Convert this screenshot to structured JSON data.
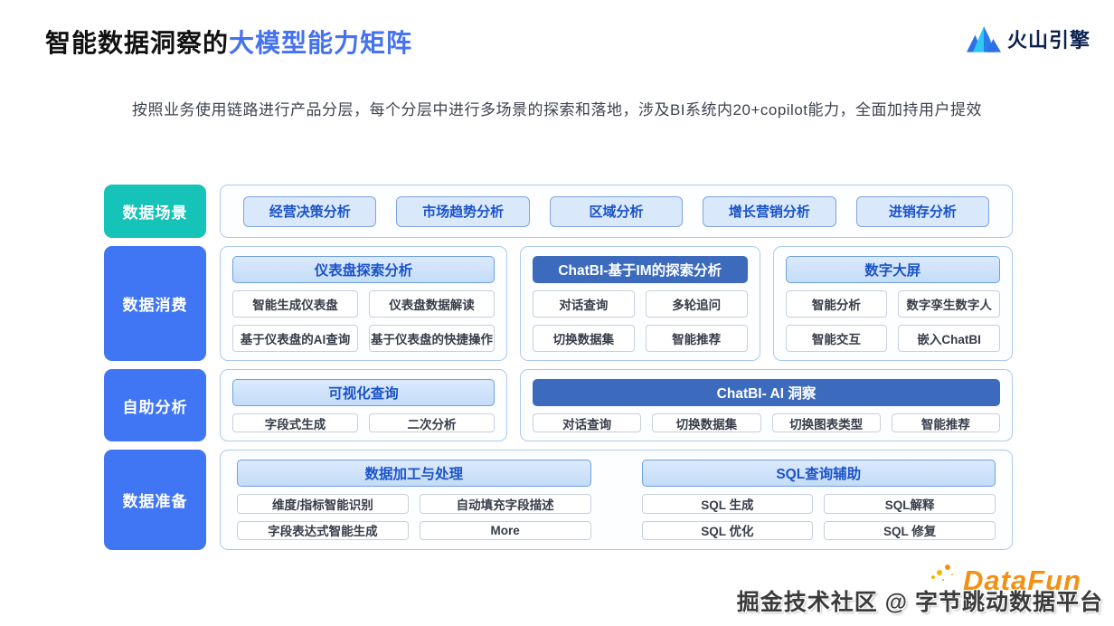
{
  "page": {
    "title_black": "智能数据洞察的",
    "title_blue": "大模型能力矩阵",
    "subtitle": "按照业务使用链路进行产品分层，每个分层中进行多场景的探索和落地，涉及BI系统内20+copilot能力，全面加持用户提效"
  },
  "brand": {
    "name": "火山引擎"
  },
  "colors": {
    "teal": "#16c3b8",
    "row_label_blue": "#4076f3",
    "accent_blue": "#1b53c9",
    "dark_header_blue": "#3c6bbe",
    "panel_border": "#abc9f0",
    "watermark_orange": "#f29111"
  },
  "matrix": {
    "rows": [
      {
        "label": "数据场景",
        "scenes": [
          "经营决策分析",
          "市场趋势分析",
          "区域分析",
          "增长营销分析",
          "进销存分析"
        ]
      },
      {
        "label": "数据消费",
        "groups": [
          {
            "header": "仪表盘探索分析",
            "style": "light",
            "items": [
              "智能生成仪表盘",
              "仪表盘数据解读",
              "基于仪表盘的AI查询",
              "基于仪表盘的快捷操作"
            ]
          },
          {
            "header": "ChatBI-基于IM的探索分析",
            "style": "dark",
            "items": [
              "对话查询",
              "多轮追问",
              "切换数据集",
              "智能推荐"
            ]
          },
          {
            "header": "数字大屏",
            "style": "light",
            "items": [
              "智能分析",
              "数字孪生数字人",
              "智能交互",
              "嵌入ChatBI"
            ]
          }
        ]
      },
      {
        "label": "自助分析",
        "groups": [
          {
            "header": "可视化查询",
            "style": "light",
            "items": [
              "字段式生成",
              "二次分析"
            ]
          },
          {
            "header": "ChatBI- AI 洞察",
            "style": "dark",
            "items": [
              "对话查询",
              "切换数据集",
              "切换图表类型",
              "智能推荐"
            ]
          }
        ]
      },
      {
        "label": "数据准备",
        "groups": [
          {
            "header": "数据加工与处理",
            "style": "light",
            "items": [
              "维度/指标智能识别",
              "自动填充字段描述",
              "字段表达式智能生成",
              "More"
            ]
          },
          {
            "header": "SQL查询辅助",
            "style": "light",
            "items": [
              "SQL 生成",
              "SQL解释",
              "SQL 优化",
              "SQL 修复"
            ]
          }
        ]
      }
    ]
  },
  "footer": {
    "text": "掘金技术社区 @ 字节跳动数据平台",
    "watermark": "DataFun"
  }
}
